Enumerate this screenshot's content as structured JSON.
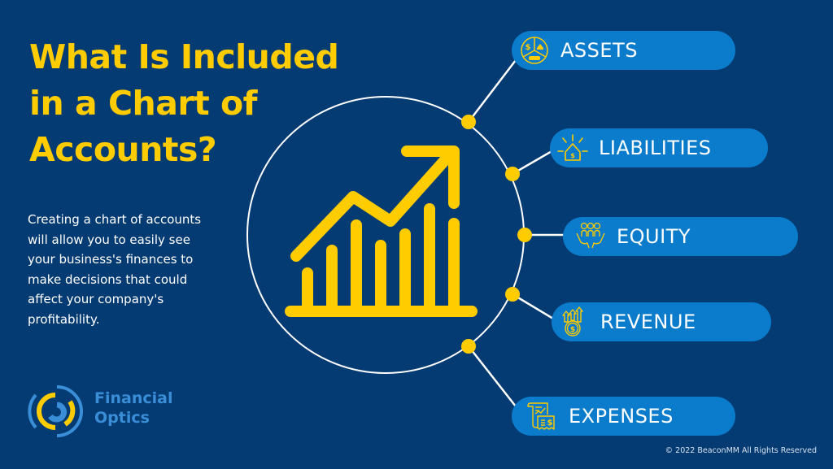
{
  "title": {
    "lines": [
      "What Is Included",
      "in a Chart of",
      "Accounts?"
    ]
  },
  "description": {
    "lines": [
      "Creating a chart of accounts",
      "will allow you to easily see",
      "your business's finances to",
      "make decisions that could",
      "affect your company's",
      "profitability."
    ]
  },
  "logo": {
    "line1": "Financial",
    "line2": "Optics"
  },
  "center": {
    "icon": "growth-chart-icon"
  },
  "categories": [
    {
      "label": "ASSETS",
      "icon": "assets-icon"
    },
    {
      "label": "LIABILITIES",
      "icon": "liabilities-icon"
    },
    {
      "label": "EQUITY",
      "icon": "equity-icon"
    },
    {
      "label": "REVENUE",
      "icon": "revenue-icon"
    },
    {
      "label": "EXPENSES",
      "icon": "expenses-icon"
    }
  ],
  "footer": {
    "copyright": "© 2022 BeaconMM All Rights Reserved"
  },
  "colors": {
    "background": "#053b73",
    "accent_yellow": "#ffcc00",
    "pill_blue": "#0a7ccb",
    "logo_blue": "#3a8ed8",
    "text_white": "#ffffff"
  }
}
